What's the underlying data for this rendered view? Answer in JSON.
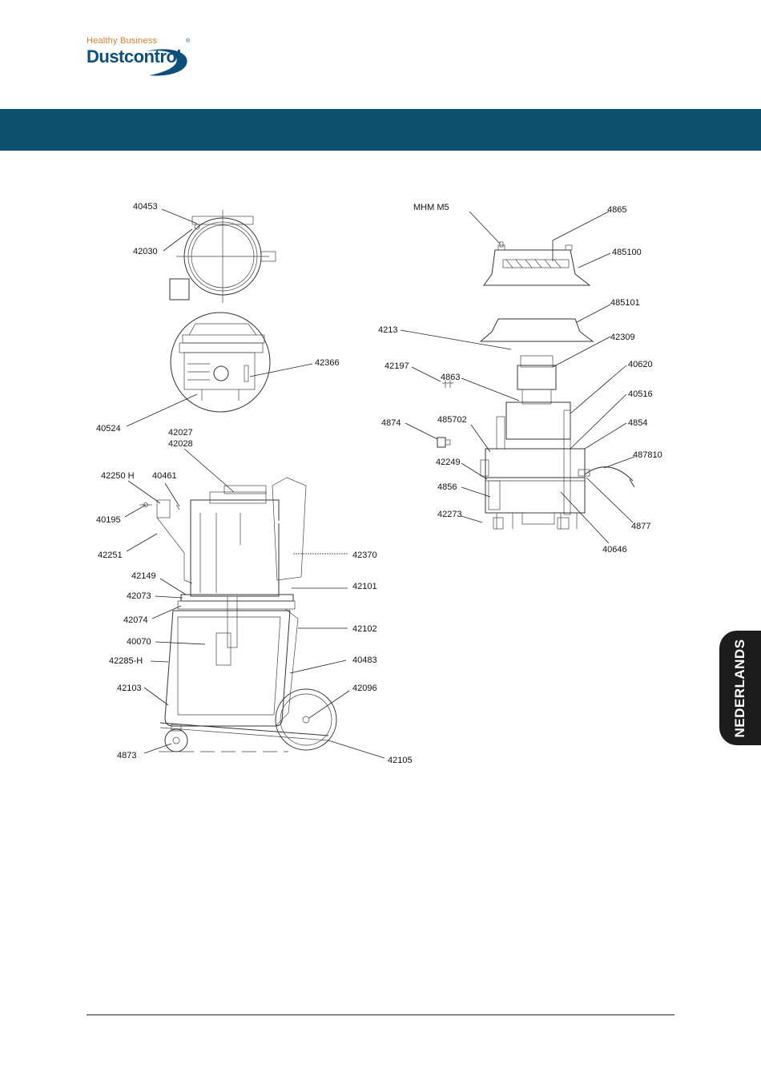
{
  "header": {
    "tagline": "Healthy Business",
    "brand": "Dustcontrol",
    "reg_mark": "®"
  },
  "side_tab": {
    "label": "NEDERLANDS"
  },
  "parts": {
    "p40453": "40453",
    "p42030": "42030",
    "p42366": "42366",
    "p40524": "40524",
    "p42027": "42027",
    "p42028": "42028",
    "p42250H": "42250 H",
    "p40461": "40461",
    "p40195": "40195",
    "p42251": "42251",
    "p42370": "42370",
    "p42149": "42149",
    "p42101": "42101",
    "p42073": "42073",
    "p42074": "42074",
    "p42102": "42102",
    "p40070": "40070",
    "p40483": "40483",
    "p42285H": "42285-H",
    "p42103": "42103",
    "p42096": "42096",
    "p4873": "4873",
    "p42105": "42105",
    "pMHMM5": "MHM M5",
    "p4865": "4865",
    "p485100": "485100",
    "p485101": "485101",
    "p4213": "4213",
    "p42309": "42309",
    "p42197": "42197",
    "p4863": "4863",
    "p40620": "40620",
    "p40516": "40516",
    "p4874": "4874",
    "p485702": "485702",
    "p4854": "4854",
    "p42249": "42249",
    "p487810": "487810",
    "p4856": "4856",
    "p42273": "42273",
    "p4877": "4877",
    "p40646": "40646"
  }
}
